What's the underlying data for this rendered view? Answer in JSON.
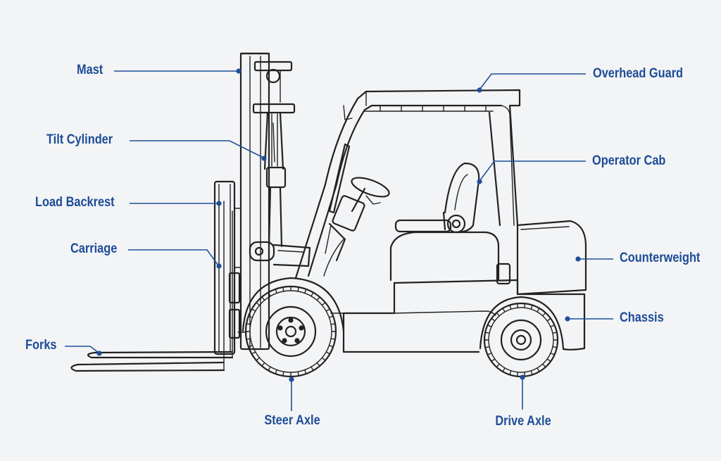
{
  "labels": {
    "mast": "Mast",
    "tilt_cylinder": "Tilt Cylinder",
    "load_backrest": "Load Backrest",
    "carriage": "Carriage",
    "forks": "Forks",
    "overhead_guard": "Overhead Guard",
    "operator_cab": "Operator Cab",
    "counterweight": "Counterweight",
    "chassis": "Chassis",
    "steer_axle": "Steer Axle",
    "drive_axle": "Drive Axle"
  },
  "colors": {
    "background": "#f3f4f6",
    "line_art": "#222222",
    "accent": "#1f4e9a"
  }
}
